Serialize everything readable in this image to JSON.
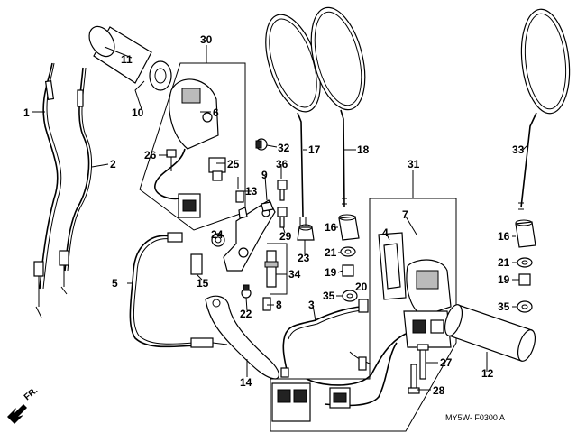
{
  "diagram": {
    "callouts": [
      "1",
      "2",
      "3",
      "4",
      "5",
      "6",
      "7",
      "8",
      "9",
      "10",
      "11",
      "12",
      "13",
      "14",
      "15",
      "16",
      "16",
      "17",
      "18",
      "19",
      "19",
      "20",
      "21",
      "21",
      "22",
      "23",
      "24",
      "25",
      "26",
      "27",
      "28",
      "29",
      "30",
      "31",
      "32",
      "33",
      "34",
      "35",
      "35",
      "36"
    ],
    "direction_label": "FR.",
    "figure_code": "MY5W- F0300 A"
  },
  "colors": {
    "ink": "#000000",
    "paper": "#ffffff"
  }
}
